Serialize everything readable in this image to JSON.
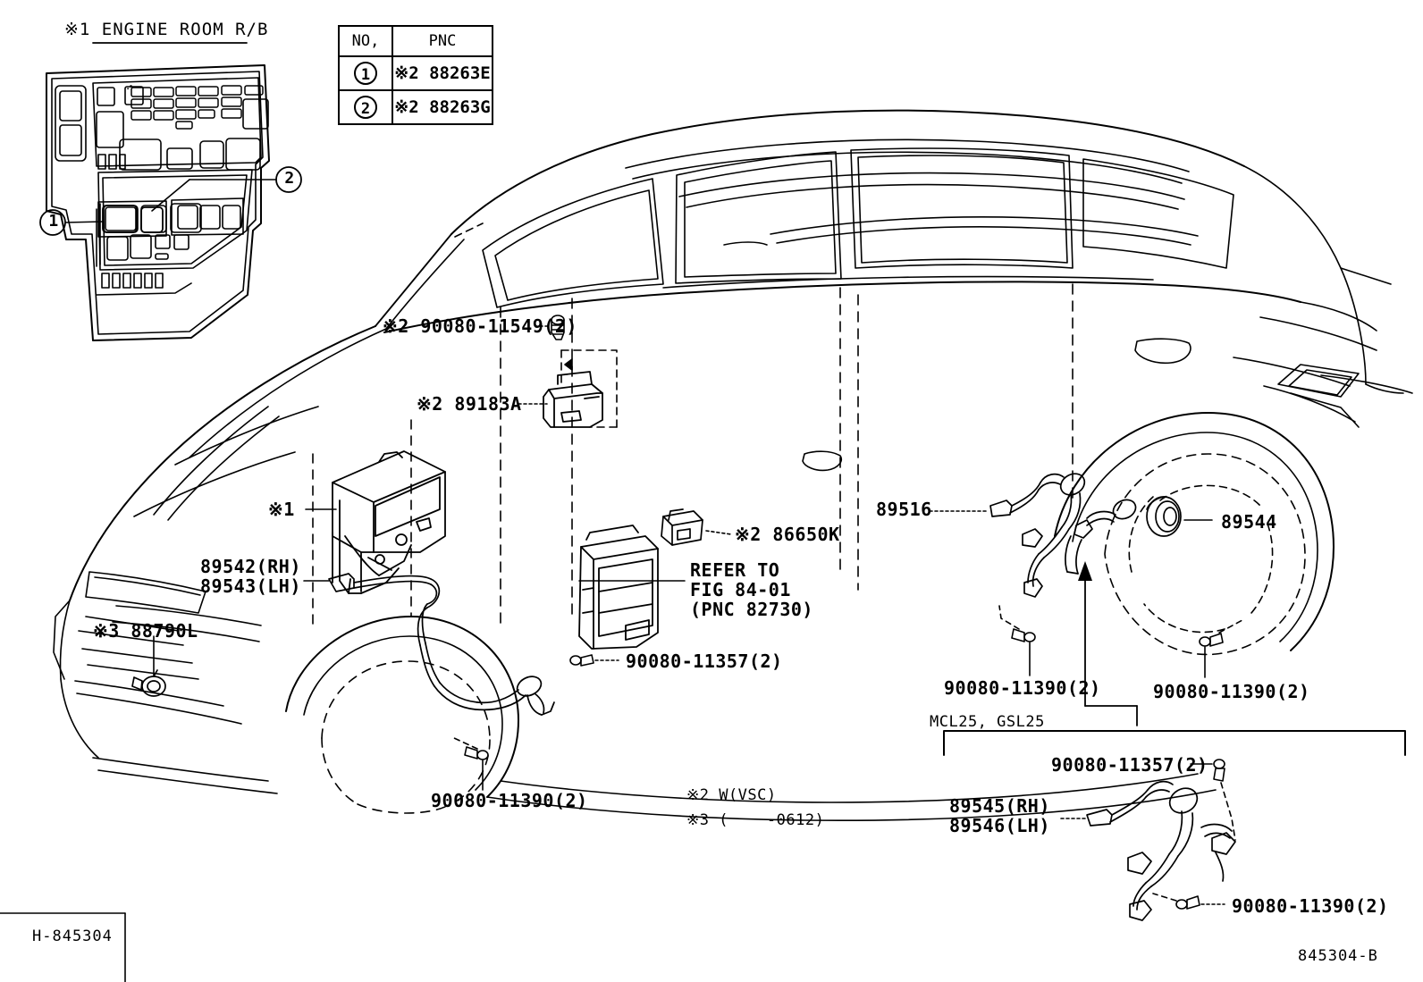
{
  "sheet": {
    "footer_left": "H-845304",
    "footer_right": "845304-B"
  },
  "inset_fusebox": {
    "title": "※1 ENGINE ROOM R/B",
    "callout_1": "1",
    "callout_2": "2"
  },
  "table": {
    "header_no": "NO,",
    "header_pnc": "PNC",
    "rows": [
      {
        "no": "1",
        "pnc": "※2 88263E"
      },
      {
        "no": "2",
        "pnc": "※2 88263G"
      }
    ]
  },
  "labels": {
    "bolt_11549": "※2 90080-11549(2)",
    "sensor_89183a": "※2 89183A",
    "actuator_ref": "※1",
    "skid_rh": "89542(RH)",
    "skid_lh": "89543(LH)",
    "horn_88790l": "※3 88790L",
    "relay_86650k": "※2 86650K",
    "refer_line1": "REFER TO",
    "refer_line2": "FIG 84-01",
    "refer_line3": "(PNC 82730)",
    "bolt_11357_center": "90080-11357(2)",
    "bolt_11390_frontleft": "90080-11390(2)",
    "speed_sensor_89516": "89516",
    "rotor_89544": "89544",
    "bolt_11390_rearleft": "90080-11390(2)",
    "bolt_11390_rearright": "90080-11390(2)"
  },
  "notes": {
    "note_2": "※2 W(VSC)",
    "note_3": "※3 (    -0612)"
  },
  "inset_rear": {
    "title": "MCL25, GSL25",
    "bolt_11357": "90080-11357(2)",
    "sensor_rh": "89545(RH)",
    "sensor_lh": "89546(LH)",
    "bolt_11390": "90080-11390(2)"
  }
}
